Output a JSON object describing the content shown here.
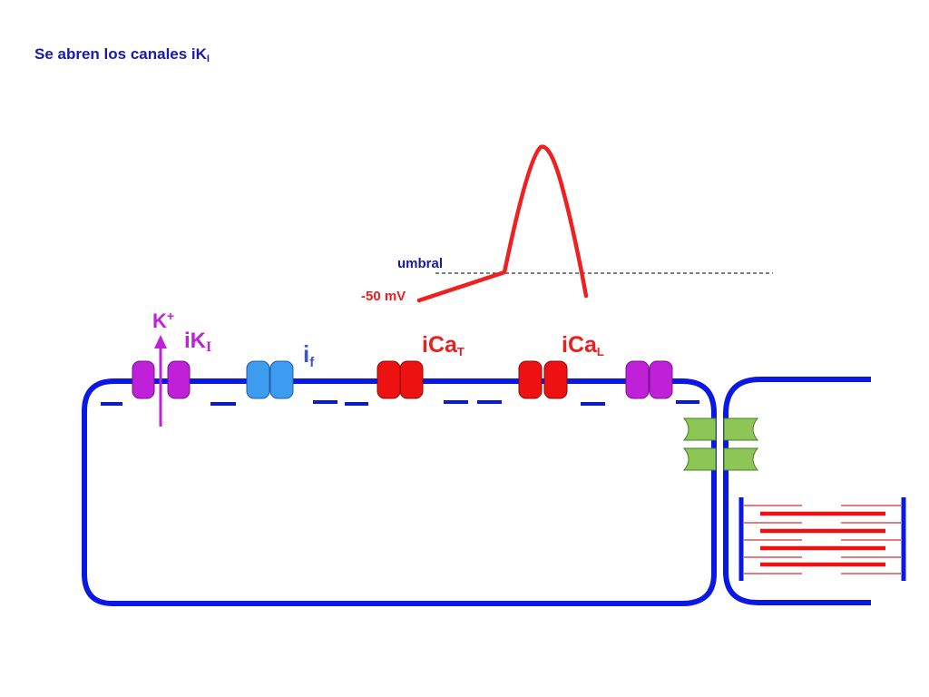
{
  "title": {
    "text": "Se abren los canales iK",
    "sub": "I"
  },
  "labels": {
    "umbral": "umbral",
    "resting_potential": "-50 mV",
    "ion": "K",
    "ion_charge": "+",
    "ik": {
      "main": "iK",
      "sub": "I"
    },
    "if": {
      "main": "i",
      "sub": "f"
    },
    "icat": {
      "main": "iCa",
      "sub": "T"
    },
    "ical": {
      "main": "iCa",
      "sub": "L"
    }
  },
  "colors": {
    "membrane": "#0a18e6",
    "title": "#1a1aa6",
    "potassium_channel": "#c020d8",
    "funny_channel": "#3d9bf0",
    "calcium_channel": "#ee1111",
    "action_potential": "#ee2020",
    "gap_junction": "#8cc654",
    "sarcomere_thick": "#ee1111",
    "sarcomere_thin": "#cc3333"
  },
  "icons": [
    "potassium-channel-icon",
    "funny-channel-icon",
    "calcium-t-channel-icon",
    "calcium-l-channel-icon",
    "gap-junction-icon",
    "sarcomere-icon"
  ]
}
